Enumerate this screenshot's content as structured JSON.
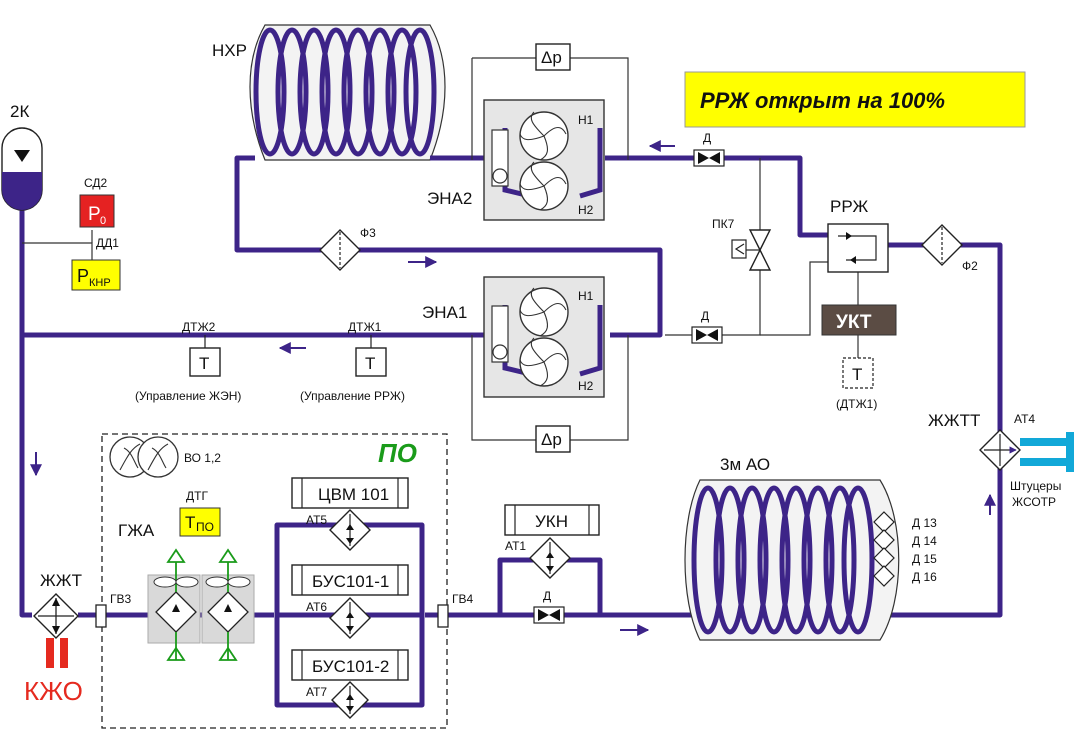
{
  "banner": "РРЖ  открыт на 100%",
  "labels": {
    "nxr": "НХР",
    "k2": "2К",
    "sd2": "СД2",
    "dd1": "ДД1",
    "p0_main": "P",
    "p0_sub": "0",
    "pknr_main": "P",
    "pknr_sub": "КНР",
    "ena2": "ЭНА2",
    "ena1": "ЭНА1",
    "n1_top": "Н1",
    "n2_top": "Н2",
    "n1_bot": "Н1",
    "n2_bot": "Н2",
    "dp_top": "Δp",
    "dp_bot": "Δp",
    "f3": "Ф3",
    "f2": "Ф2",
    "d_top": "Д",
    "d_mid": "Д",
    "d_bottom": "Д",
    "pk7": "ПК7",
    "rrzh": "РРЖ",
    "ukt": "УКТ",
    "t_dtzh1_box": "T",
    "dtzh1_paren": "(ДТЖ1)",
    "dtzh2": "ДТЖ2",
    "dtzh1": "ДТЖ1",
    "t_dtzh2": "T",
    "t_dtzh1": "T",
    "ctrl_zhen": "(Управление ЖЭН)",
    "ctrl_rrzh": "(Управление РРЖ)",
    "po": "ПО",
    "vo": "ВО 1,2",
    "dtg": "ДТГ",
    "tpo_main": "T",
    "tpo_sub": "ПО",
    "gzha": "ГЖА",
    "tsvm": "ЦВМ 101",
    "bus1": "БУС101-1",
    "bus2": "БУС101-2",
    "at5": "АТ5",
    "at6": "АТ6",
    "at7": "АТ7",
    "at1": "АТ1",
    "at4": "АТ4",
    "ukn": "УКН",
    "gv3": "ГВ3",
    "gv4": "ГВ4",
    "zhzht": "ЖЖТ",
    "zhzhtt": "ЖЖТТ",
    "zm_ao": "3м АО",
    "d13": "Д 13",
    "d14": "Д 14",
    "d15": "Д 15",
    "d16": "Д 16",
    "shtutsery1": "Штуцеры",
    "shtutsery2": "ЖСОТР",
    "kzho": "КЖО"
  },
  "colors": {
    "pipe": "#3d2488",
    "banner_bg": "#ffff00",
    "red_box": "#e52222",
    "yellow_box": "#ffff00",
    "green": "#1a9b1a",
    "ukt_bg": "#5b4c44",
    "kzho": "#e52a1f",
    "cyan": "#12a8d8"
  }
}
